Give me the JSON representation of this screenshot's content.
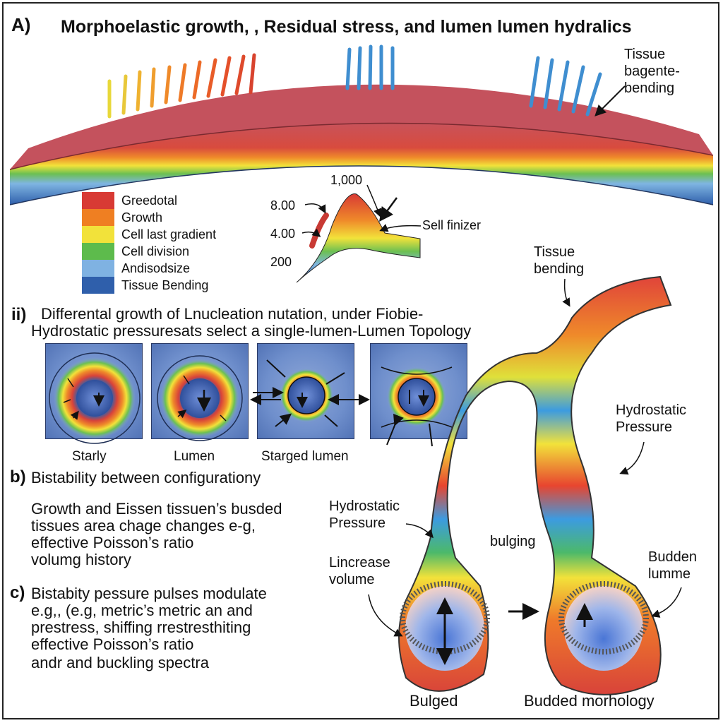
{
  "header": {
    "letter": "A)",
    "title": "Morphoelastic growth,  , Residual stress, and lumen lumen hydralics"
  },
  "tissue_band": {
    "label": [
      "Tissue",
      "bagente-",
      "bending"
    ]
  },
  "legend": {
    "items": [
      {
        "label": "Greedotal",
        "color": "#d83a34"
      },
      {
        "label": "Growth",
        "color": "#ef7f22"
      },
      {
        "label": "Cell last gradient",
        "color": "#f2e23a"
      },
      {
        "label": "Cell division",
        "color": "#5dbb4c"
      },
      {
        "label": "Andisodsize",
        "color": "#7fb2e2"
      },
      {
        "label": "Tissue Bending",
        "color": "#2f5fab"
      }
    ]
  },
  "peak_plot": {
    "label_top": "1,000",
    "label_8": "8.00",
    "label_4": "4.00",
    "label_200": "200",
    "annotation": "Sell finizer"
  },
  "section_ii": {
    "number": "ii)",
    "line1": "Differental growth of  Lnucleation nutation, under Fiobie-",
    "line2": "Hydrostatic pressuresats select a single-lumen-Lumen Topology",
    "panels": [
      {
        "label": "Starly"
      },
      {
        "label": "Lumen"
      },
      {
        "label": "Starged lumen"
      }
    ]
  },
  "section_b": {
    "letter": "b)",
    "heading": "Bistability between configurationy",
    "body": [
      "Growth and Eissen tissuen’s busded",
      "tissues area chage changes e-g,",
      "effective Poisson’s ratio",
      "volumg history"
    ]
  },
  "section_c": {
    "letter": "c)",
    "body": [
      "Bistabity pessure pulses modulate",
      "e.g,, (e.g, metric’s metric an and",
      "prestress, shiffing rrestresthiting",
      "effective  Poisson’s ratio",
      "andr and buckling spectra"
    ]
  },
  "right_diagram": {
    "tissue_bending": [
      "Tissue",
      "bending"
    ],
    "hydrostatic_right": [
      "Hydrostatic",
      "Pressure"
    ],
    "hydrostatic_left": [
      "Hydrostatic",
      "Pressure"
    ],
    "bulging": "bulging",
    "lincrease": [
      "Lincrease",
      "volume"
    ],
    "budden": [
      "Budden",
      "lumme"
    ],
    "bulged": "Bulged",
    "budded": "Budded morhology"
  }
}
